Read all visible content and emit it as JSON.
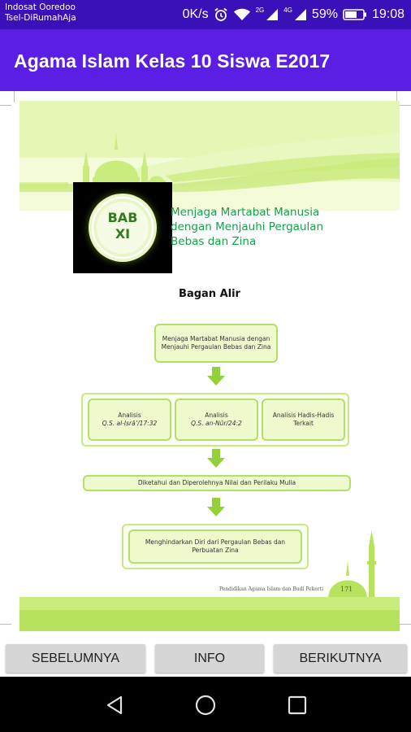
{
  "status_bar": {
    "carrier_line1": "Indosat Ooredoo",
    "carrier_line2": "Tsel-DiRumahAja",
    "net_speed": "0K/s",
    "alarm_icon": "alarm-clock-icon",
    "wifi_icon": "wifi-icon",
    "net_2g": "2G",
    "net_4g": "4G",
    "battery": "59%",
    "time": "19:08"
  },
  "app_bar": {
    "title": "Agama Islam Kelas 10 Siswa E2017"
  },
  "page": {
    "chapter_badge_line1": "BAB",
    "chapter_badge_line2": "XI",
    "chapter_title": "Menjaga Martabat Manusia dengan Menjauhi Pergaulan Bebas dan Zina",
    "flow_title": "Bagan Alir",
    "flow_box_top": "Menjaga Martabat Manusia dengan Menjauhi Pergaulan Bebas dan Zina",
    "flow_analysis": [
      {
        "label": "Analisis",
        "sub": "Q.S. al-Isrā’/17:32"
      },
      {
        "label": "Analisis",
        "sub": "Q.S. an-Nūr/24:2"
      },
      {
        "label": "Analisis Hadis-Hadis Terkait",
        "sub": ""
      }
    ],
    "flow_result": "Diketahui dan Diperolehnya Nilai dan Perilaku Mulia",
    "flow_goal": "Menghindarkan Diri dari Pergaulan Bebas dan Perbuatan Zina",
    "footer_note": "Pendidikan Agama Islam dan Budi Pekerti",
    "page_number": "171"
  },
  "buttons": {
    "prev": "SEBELUMNYA",
    "info": "INFO",
    "next": "BERIKUTNYA"
  },
  "nav_bar": {
    "back_icon": "back-triangle-icon",
    "home_icon": "home-circle-icon",
    "recents_icon": "recents-square-icon"
  },
  "colors": {
    "status_bar": "#3a10b8",
    "app_bar": "#5a1ee4",
    "accent_green": "#b3e06a",
    "title_green": "#15a04a"
  }
}
